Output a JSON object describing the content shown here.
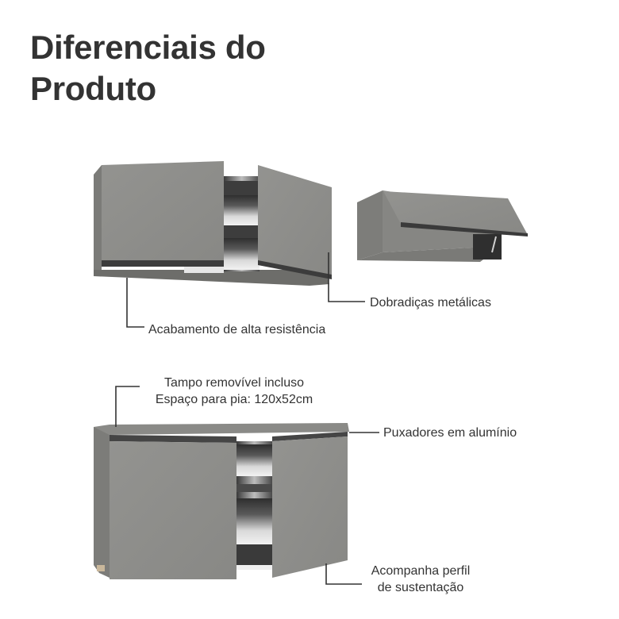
{
  "title": {
    "line1": "Diferenciais do",
    "line2": "Produto"
  },
  "callouts": {
    "finish": "Acabamento de alta resistência",
    "hinges": "Dobradiças metálicas",
    "countertop_line1": "Tampo removível incluso",
    "countertop_line2": "Espaço para pia: 120x52cm",
    "handles": "Puxadores em alumínio",
    "profile_line1": "Acompanha perfil",
    "profile_line2": "de sustentação"
  },
  "products": [
    {
      "name": "upper-cabinet-two-doors",
      "color": "#8f8f8b"
    },
    {
      "name": "upper-cabinet-flip-door",
      "color": "#8f8f8b"
    },
    {
      "name": "base-cabinet-two-doors",
      "color": "#8f8f8b"
    }
  ],
  "colors": {
    "text": "#333333",
    "leader_line": "#333333",
    "cabinet_front": "#8f8f8b",
    "cabinet_side": "#7a7a77",
    "interior_dark": "#3c3c3c",
    "interior_light": "#dcdcdc"
  }
}
